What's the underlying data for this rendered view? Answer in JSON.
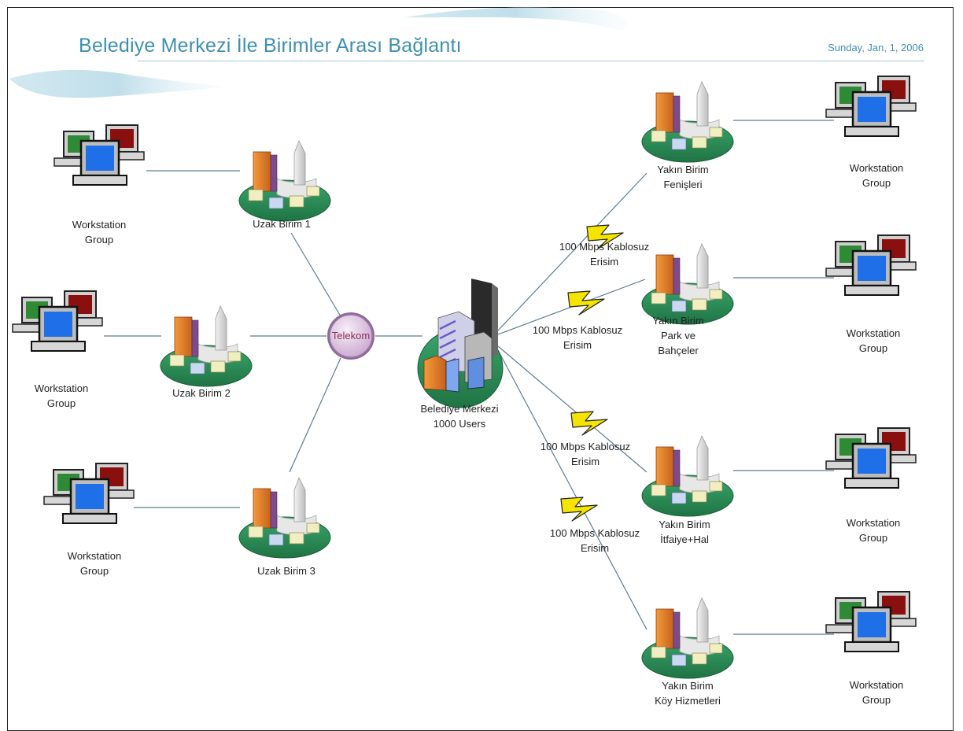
{
  "title": "Belediye Merkezi İle Birimler Arası Bağlantı",
  "date": "Sunday, Jan, 1, 2006",
  "hub": {
    "label": "Telekom"
  },
  "center": {
    "line1": "Belediye Merkezi",
    "line2": "1000 Users"
  },
  "remote_units": [
    {
      "label": "Uzak Birim 1"
    },
    {
      "label": "Uzak Birim 2"
    },
    {
      "label": "Uzak Birim 3"
    }
  ],
  "near_units": [
    {
      "line1": "Yakın Birim",
      "line2": "Fenişleri",
      "line3": ""
    },
    {
      "line1": "Yakın Birim",
      "line2": "Park ve",
      "line3": "Bahçeler"
    },
    {
      "line1": "Yakın Birim",
      "line2": "İtfaiye+Hal",
      "line3": ""
    },
    {
      "line1": "Yakın Birim",
      "line2": "Köy Hizmetleri",
      "line3": ""
    }
  ],
  "wireless_links": [
    {
      "line1": "100 Mbps Kablosuz",
      "line2": "Erisim"
    },
    {
      "line1": "100 Mbps Kablosuz",
      "line2": "Erisim"
    },
    {
      "line1": "100 Mbps Kablosuz",
      "line2": "Erisim"
    },
    {
      "line1": "100 Mbps Kablosuz",
      "line2": "Erisim"
    }
  ],
  "workstations": [
    {
      "line1": "Workstation",
      "line2": "Group"
    },
    {
      "line1": "Workstation",
      "line2": "Group"
    },
    {
      "line1": "Workstation",
      "line2": "Group"
    },
    {
      "line1": "Workstation",
      "line2": "Group"
    },
    {
      "line1": "Workstation",
      "line2": "Group"
    },
    {
      "line1": "Workstation",
      "line2": "Group"
    },
    {
      "line1": "Workstation",
      "line2": "Group"
    }
  ],
  "colors": {
    "title": "#3e8fb0",
    "link_line": "#5f7c8f",
    "island": "#2e8b57",
    "bolt": "#f5e400",
    "screen_blue": "#1e6fe8",
    "screen_green": "#2f8a35",
    "screen_red": "#8a1010",
    "hub_fill": "#e8d6ea"
  }
}
